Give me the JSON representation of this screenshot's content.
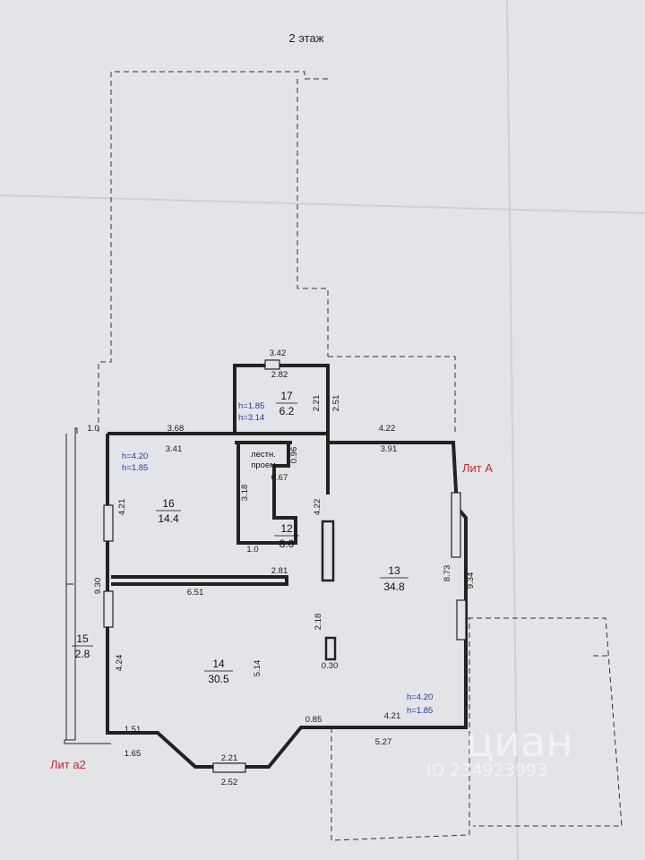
{
  "title": "2 этаж",
  "lit_a": "Лит А",
  "lit_a2": "Лит а2",
  "stair_label_line1": "лестн.",
  "stair_label_line2": "проем",
  "rooms": [
    {
      "id": "12",
      "area": "8.0"
    },
    {
      "id": "13",
      "area": "34.8"
    },
    {
      "id": "14",
      "area": "30.5"
    },
    {
      "id": "15",
      "area": "2.8"
    },
    {
      "id": "16",
      "area": "14.4"
    },
    {
      "id": "17",
      "area": "6.2"
    }
  ],
  "heights": {
    "room17": [
      "h=1.85",
      "h=3.14"
    ],
    "room16": [
      "h=4.20",
      "h=1.85"
    ],
    "room13": [
      "h=4.20",
      "h=1.85"
    ]
  },
  "dimensions": {
    "d_342": "3.42",
    "d_282": "2.82",
    "d_221": "2.21",
    "d_251": "2.51",
    "d_10a": "1.0",
    "d_368": "3.68",
    "d_422a": "4.22",
    "d_341": "3.41",
    "d_391": "3.91",
    "d_096": "0.96",
    "d_067": "0.67",
    "d_318": "3.18",
    "d_421a": "4.21",
    "d_422b": "4.22",
    "d_10b": "1.0",
    "d_281": "2.81",
    "d_873": "8.73",
    "d_934": "9.34",
    "d_930": "9.30",
    "d_651": "6.51",
    "d_218": "2.18",
    "d_424": "4.24",
    "d_514": "5.14",
    "d_030": "0.30",
    "d_151": "1.51",
    "d_085": "0.85",
    "d_421b": "4.21",
    "d_165": "1.65",
    "d_527": "5.27",
    "d_221b": "2.21",
    "d_252": "2.52"
  },
  "watermark": {
    "brand": "циан",
    "id": "ID 234923993"
  }
}
